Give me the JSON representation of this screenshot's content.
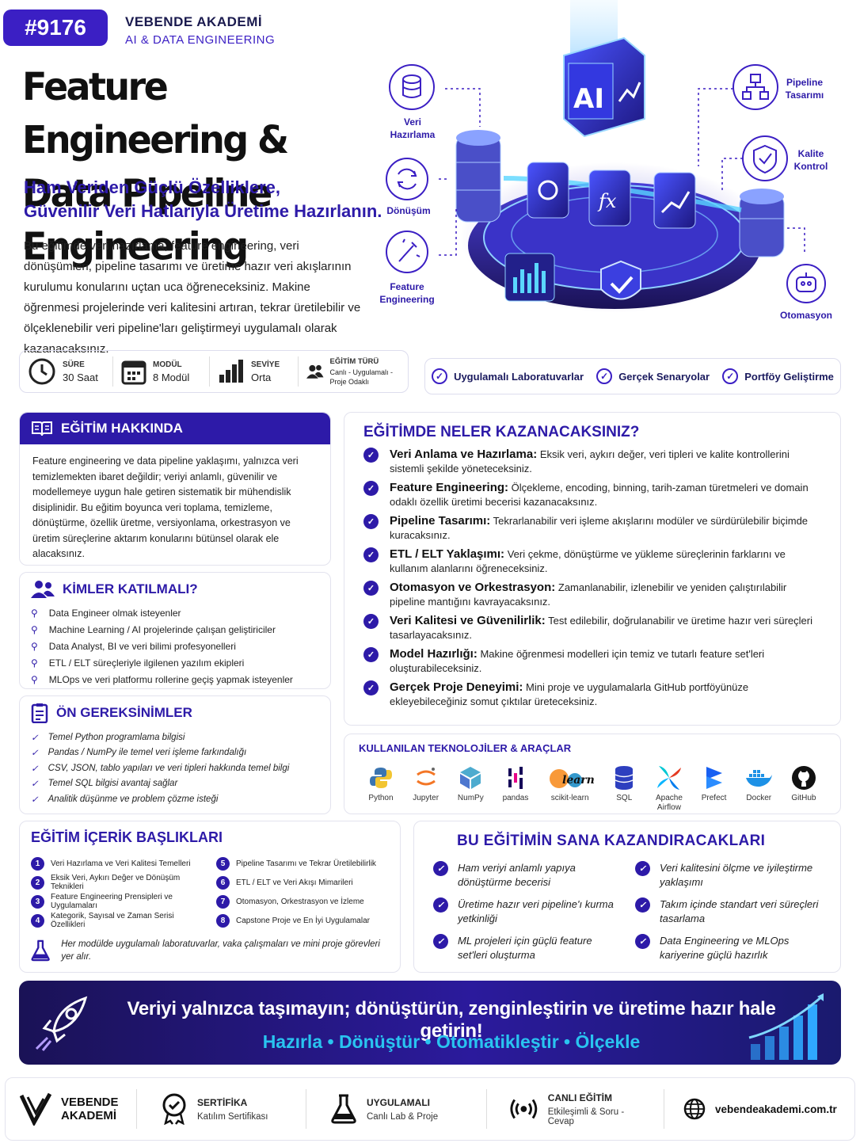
{
  "header": {
    "badge": "#9176",
    "org": "VEBENDE AKADEMİ",
    "track": "AI & DATA ENGINEERING"
  },
  "hero": {
    "title_line1": "Feature Engineering &",
    "title_line2": "Data Pipeline Engineering",
    "subtitle_line1": "Ham Veriden Güçlü Özelliklere,",
    "subtitle_line2": "Güvenilir Veri Hatlarıyla Üretime Hazırlanın.",
    "intro": "Bu eğitimde veri hazırlama, feature engineering, veri dönüşümleri, pipeline tasarımı ve üretime hazır veri akışlarının kurulumu konularını uçtan uca öğreneceksiniz. Makine öğrenmesi projelerinde veri kalitesini artıran, tekrar üretilebilir ve ölçeklenebilir veri pipeline'ları geliştirmeyi uygulamalı olarak kazanacaksınız.",
    "ai_label": "AI",
    "fx_label": "fx",
    "steps": {
      "prep": "Veri Hazırlama",
      "transform": "Dönüşüm",
      "feature": "Feature Engineering",
      "pipeline": "Pipeline Tasarımı",
      "quality": "Kalite Kontrol",
      "automation": "Otomasyon"
    }
  },
  "stats": [
    {
      "icon": "clock-icon",
      "key": "SÜRE",
      "value": "30 Saat"
    },
    {
      "icon": "calendar-icon",
      "key": "MODÜL",
      "value": "8 Modül"
    },
    {
      "icon": "bar-level-icon",
      "key": "SEVİYE",
      "value": "Orta"
    },
    {
      "icon": "users-icon",
      "key": "EĞİTİM TÜRÜ",
      "value": "Canlı - Uygulamalı - Proje Odaklı"
    }
  ],
  "pills": [
    "Uygulamalı Laboratuvarlar",
    "Gerçek Senaryolar",
    "Portföy Geliştirme"
  ],
  "about": {
    "title": "EĞİTİM HAKKINDA",
    "text": "Feature engineering ve data pipeline yaklaşımı, yalnızca veri temizlemekten ibaret değildir; veriyi anlamlı, güvenilir ve modellemeye uygun hale getiren sistematik bir mühendislik disiplinidir. Bu eğitim boyunca veri toplama, temizleme, dönüştürme, özellik üretme, versiyonlama, orkestrasyon ve üretim süreçlerine aktarım konularını bütünsel olarak ele alacaksınız."
  },
  "who": {
    "title": "KİMLER KATILMALI?",
    "items": [
      "Data Engineer olmak isteyenler",
      "Machine Learning / AI projelerinde çalışan geliştiriciler",
      "Data Analyst, BI ve veri bilimi profesyonelleri",
      "ETL / ELT süreçleriyle ilgilenen yazılım ekipleri",
      "MLOps ve veri platformu rollerine geçiş yapmak isteyenler"
    ]
  },
  "prereq": {
    "title": "ÖN GEREKSİNİMLER",
    "items": [
      "Temel Python programlama bilgisi",
      "Pandas / NumPy ile temel veri işleme farkındalığı",
      "CSV, JSON, tablo yapıları ve veri tipleri hakkında temel bilgi",
      "Temel SQL bilgisi avantaj sağlar",
      "Analitik düşünme ve problem çözme isteği"
    ]
  },
  "gains": {
    "title": "EĞİTİMDE NELER KAZANACAKSINIZ?",
    "items": [
      {
        "head": "Veri Anlama ve Hazırlama:",
        "text": "Eksik veri, aykırı değer, veri tipleri ve kalite kontrollerini sistemli şekilde yöneteceksiniz."
      },
      {
        "head": "Feature Engineering:",
        "text": "Ölçekleme, encoding, binning, tarih-zaman türetmeleri ve domain odaklı özellik üretimi becerisi kazanacaksınız."
      },
      {
        "head": "Pipeline Tasarımı:",
        "text": "Tekrarlanabilir veri işleme akışlarını modüler ve sürdürülebilir biçimde kuracaksınız."
      },
      {
        "head": "ETL / ELT Yaklaşımı:",
        "text": "Veri çekme, dönüştürme ve yükleme süreçlerinin farklarını ve kullanım alanlarını öğreneceksiniz."
      },
      {
        "head": "Otomasyon ve Orkestrasyon:",
        "text": "Zamanlanabilir, izlenebilir ve yeniden çalıştırılabilir pipeline mantığını kavrayacaksınız."
      },
      {
        "head": "Veri Kalitesi ve Güvenilirlik:",
        "text": "Test edilebilir, doğrulanabilir ve üretime hazır veri süreçleri tasarlayacaksınız."
      },
      {
        "head": "Model Hazırlığı:",
        "text": "Makine öğrenmesi modelleri için temiz ve tutarlı feature set'leri oluşturabileceksiniz."
      },
      {
        "head": "Gerçek Proje Deneyimi:",
        "text": "Mini proje ve uygulamalarla GitHub portföyünüze ekleyebileceğiniz somut çıktılar üreteceksiniz."
      }
    ]
  },
  "tech": {
    "title": "KULLANILAN TEKNOLOJİLER & ARAÇLAR",
    "tools": [
      "Python",
      "Jupyter",
      "NumPy",
      "pandas",
      "scikit-learn",
      "SQL",
      "Apache Airflow",
      "Prefect",
      "Docker",
      "GitHub"
    ],
    "sk_logo": "learn"
  },
  "content": {
    "title": "EĞİTİM İÇERİK BAŞLIKLARI",
    "left": [
      {
        "n": "1",
        "t": "Veri Hazırlama ve Veri Kalitesi Temelleri"
      },
      {
        "n": "2",
        "t": "Eksik Veri, Aykırı Değer ve Dönüşüm Teknikleri"
      },
      {
        "n": "3",
        "t": "Feature Engineering Prensipleri ve Uygulamaları"
      },
      {
        "n": "4",
        "t": "Kategorik, Sayısal ve Zaman Serisi Özellikleri"
      }
    ],
    "right": [
      {
        "n": "5",
        "t": "Pipeline Tasarımı ve Tekrar Üretilebilirlik"
      },
      {
        "n": "6",
        "t": "ETL / ELT ve Veri Akışı Mimarileri"
      },
      {
        "n": "7",
        "t": "Otomasyon, Orkestrasyon ve İzleme"
      },
      {
        "n": "8",
        "t": "Capstone Proje ve En İyi Uygulamalar"
      }
    ],
    "note": "Her modülde uygulamalı laboratuvarlar, vaka çalışmaları ve mini proje görevleri yer alır."
  },
  "benefits": {
    "title": "BU  EĞİTİMİN SANA KAZANDIRACAKLARI",
    "items": [
      "Ham veriyi anlamlı yapıya dönüştürme becerisi",
      "Veri kalitesini ölçme ve iyileştirme yaklaşımı",
      "Üretime hazır veri pipeline'ı kurma yetkinliği",
      "Takım içinde standart veri süreçleri tasarlama",
      "ML projeleri için güçlü feature set'leri oluşturma",
      "Data Engineering ve MLOps kariyerine güçlü hazırlık"
    ]
  },
  "banner": {
    "headline": "Veriyi yalnızca taşımayın; dönüştürün, zenginleştirin ve üretime hazır hale getirin!",
    "tagline": "Hazırla • Dönüştür • Otomatikleştir • Ölçekle"
  },
  "footer": {
    "logo_line1": "VEBENDE",
    "logo_line2": "AKADEMİ",
    "items": [
      {
        "k": "SERTİFİKA",
        "v": "Katılım Sertifikası"
      },
      {
        "k": "UYGULAMALI",
        "v": "Canlı Lab & Proje"
      },
      {
        "k": "CANLI EĞİTİM",
        "v": "Etkileşimli & Soru - Cevap"
      }
    ],
    "website": "vebendeakademi.com.tr"
  },
  "colors": {
    "primary": "#2d1aa8",
    "accent": "#29c4f0",
    "dark": "#1a1256"
  }
}
